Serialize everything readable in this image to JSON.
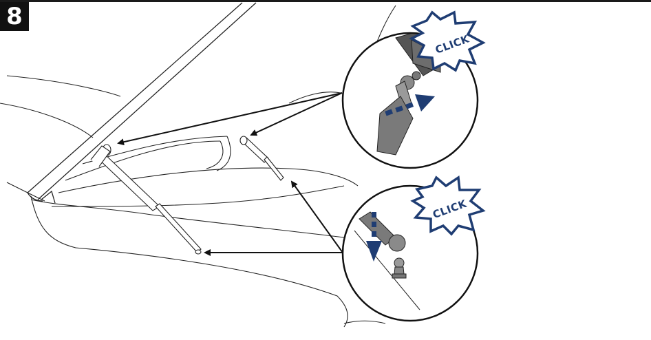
{
  "step": {
    "number": "8"
  },
  "callouts": {
    "top": {
      "label": "CLICK"
    },
    "bottom": {
      "label": "CLICK"
    }
  },
  "colors": {
    "line": "#1a1a1a",
    "starburst_stroke": "#1f3d73",
    "arrow_blue": "#1f3d73",
    "strut_gray": "#7a7a7a"
  }
}
